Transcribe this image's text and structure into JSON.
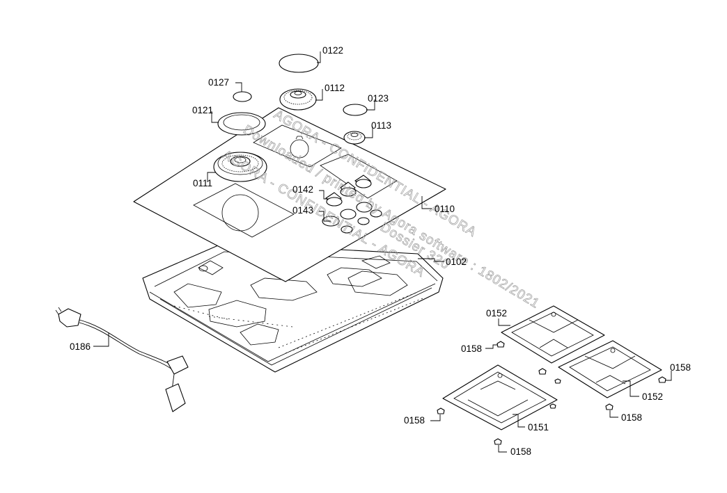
{
  "watermark": {
    "line1": "AGORA - CONFIDENTIAL - AGORA",
    "line2": "Downloaded / printed by Agora software : 1802/2021",
    "line3": "AGORA - CONFIDENTIAL - AGORA",
    "line4": "Dossier 320"
  },
  "labels": {
    "p0122": "0122",
    "p0127": "0127",
    "p0112": "0112",
    "p0123": "0123",
    "p0121": "0121",
    "p0113": "0113",
    "p0111": "0111",
    "p0142": "0142",
    "p0143": "0143",
    "p0110": "0110",
    "p0102": "0102",
    "p0186": "0186",
    "p0152a": "0152",
    "p0158a": "0158",
    "p0158b": "0158",
    "p0152b": "0152",
    "p0158c": "0158",
    "p0158d": "0158",
    "p0151": "0151",
    "p0158e": "0158"
  }
}
